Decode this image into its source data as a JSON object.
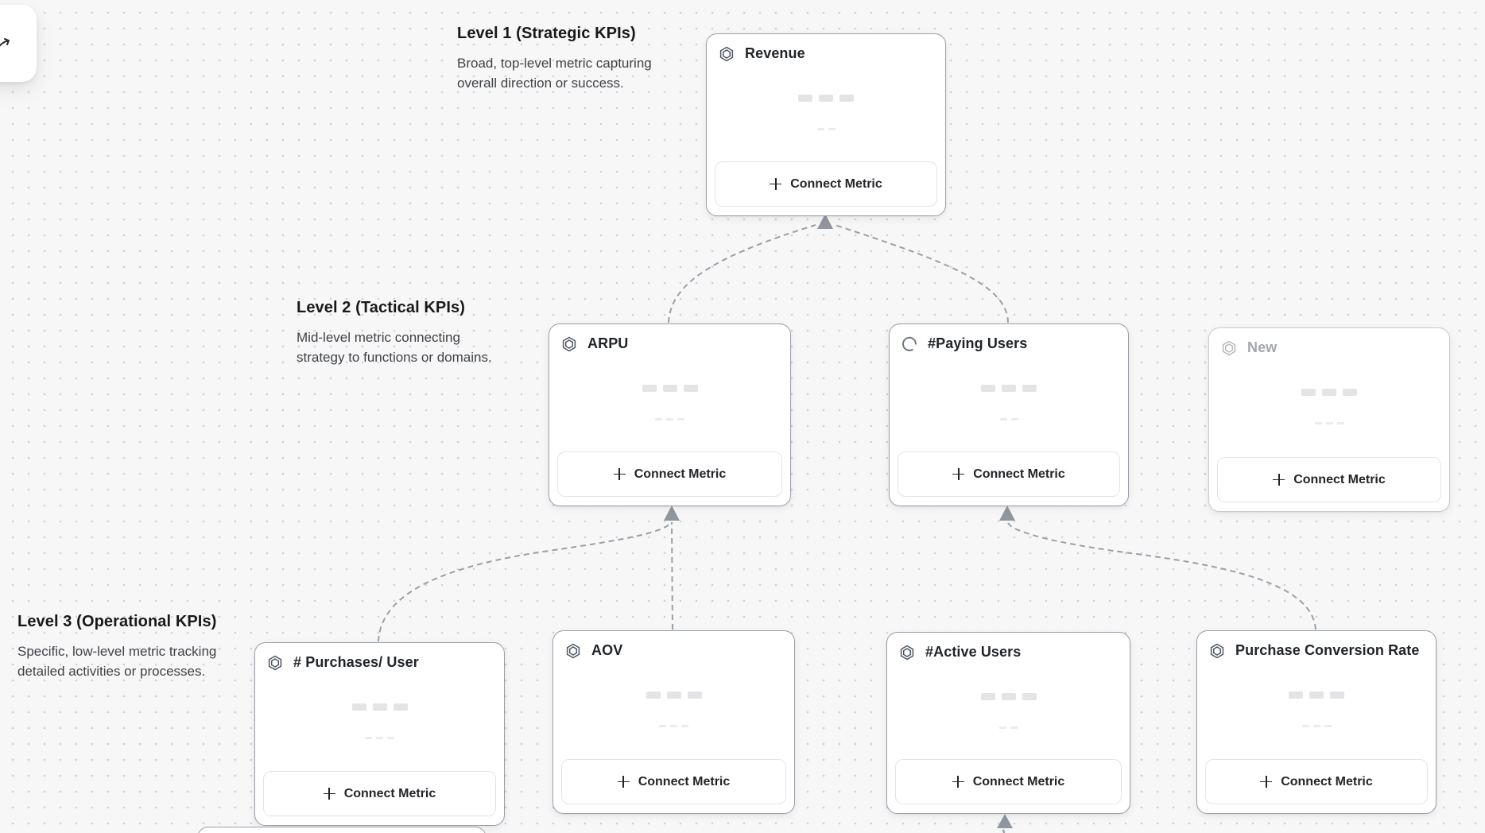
{
  "app": {
    "view_name": "KPI tree canvas"
  },
  "levels": [
    {
      "title": "Level 1 (Strategic KPIs)",
      "description_lines": [
        "Broad, top-level metric capturing",
        "overall direction or success."
      ]
    },
    {
      "title": "Level 2 (Tactical KPIs)",
      "description_lines": [
        "Mid-level metric connecting",
        "strategy to functions or domains."
      ]
    },
    {
      "title": "Level 3 (Operational KPIs)",
      "description_lines": [
        "Specific, low-level metric tracking",
        "detailed activities or processes."
      ]
    }
  ],
  "cards": [
    {
      "title": "Revenue",
      "icon": "hexagon-icon",
      "level": 1,
      "state": "default"
    },
    {
      "title": "ARPU",
      "icon": "hexagon-icon",
      "level": 2,
      "state": "default"
    },
    {
      "title": "#Paying Users",
      "icon": "loading-spinner-icon",
      "level": 2,
      "state": "loading"
    },
    {
      "title": "New",
      "icon": "hexagon-icon",
      "level": 2,
      "state": "draft"
    },
    {
      "title": "# Purchases/ User",
      "icon": "hexagon-icon",
      "level": 3,
      "state": "default"
    },
    {
      "title": "AOV",
      "icon": "hexagon-icon",
      "level": 3,
      "state": "default"
    },
    {
      "title": "#Active Users",
      "icon": "hexagon-icon",
      "level": 3,
      "state": "default"
    },
    {
      "title": "Purchase Conversion Rate",
      "icon": "hexagon-icon",
      "level": 3,
      "state": "default"
    }
  ],
  "connect_metric_label": "Connect Metric",
  "colors": {
    "canvas_background": "#f7f7f8",
    "grid_dot": "#cfd1d4",
    "card_border": "#9aa0a6",
    "edge": "#9aa0a8",
    "title_text": "#212428",
    "muted_text": "#a3a7ad"
  }
}
